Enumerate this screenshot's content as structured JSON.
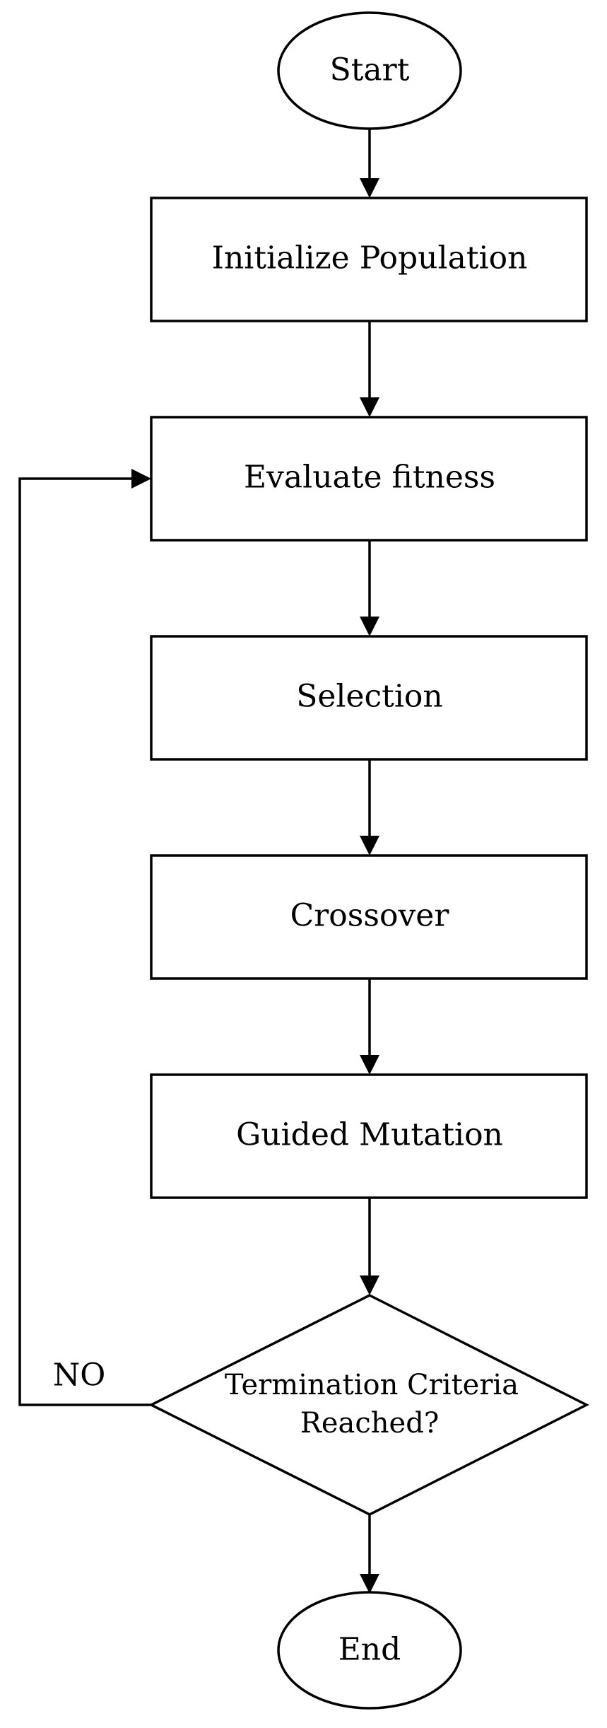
{
  "diagram": {
    "nodes": {
      "start": "Start",
      "init": "Initialize Population",
      "evaluate": "Evaluate fitness",
      "selection": "Selection",
      "crossover": "Crossover",
      "mutation": "Guided Mutation",
      "decision_line1": "Termination Criteria",
      "decision_line2": "Reached?",
      "end": "End"
    },
    "edges": {
      "no_label": "NO"
    }
  }
}
